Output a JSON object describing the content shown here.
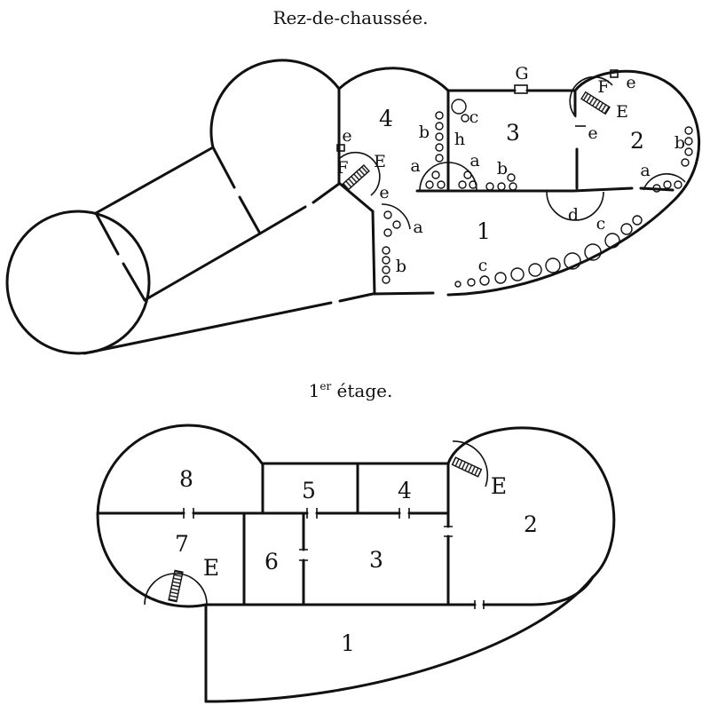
{
  "ground_floor": {
    "title": "Rez-de-chaussée.",
    "labels": [
      "4",
      "b",
      "c",
      "h",
      "3",
      "G",
      "F",
      "e",
      "E",
      "e",
      "2",
      "b",
      "a",
      "e",
      "F",
      "E",
      "e",
      "a",
      "a",
      "b",
      "d",
      "a",
      "1",
      "c",
      "b",
      "c"
    ]
  },
  "first_floor": {
    "title": {
      "number": "1",
      "sup": "er",
      "rest": " étage."
    },
    "labels": [
      "8",
      "5",
      "4",
      "E",
      "2",
      "7",
      "E",
      "6",
      "3",
      "1"
    ]
  },
  "colors": {
    "ink": "#111111",
    "paper": "#ffffff"
  }
}
